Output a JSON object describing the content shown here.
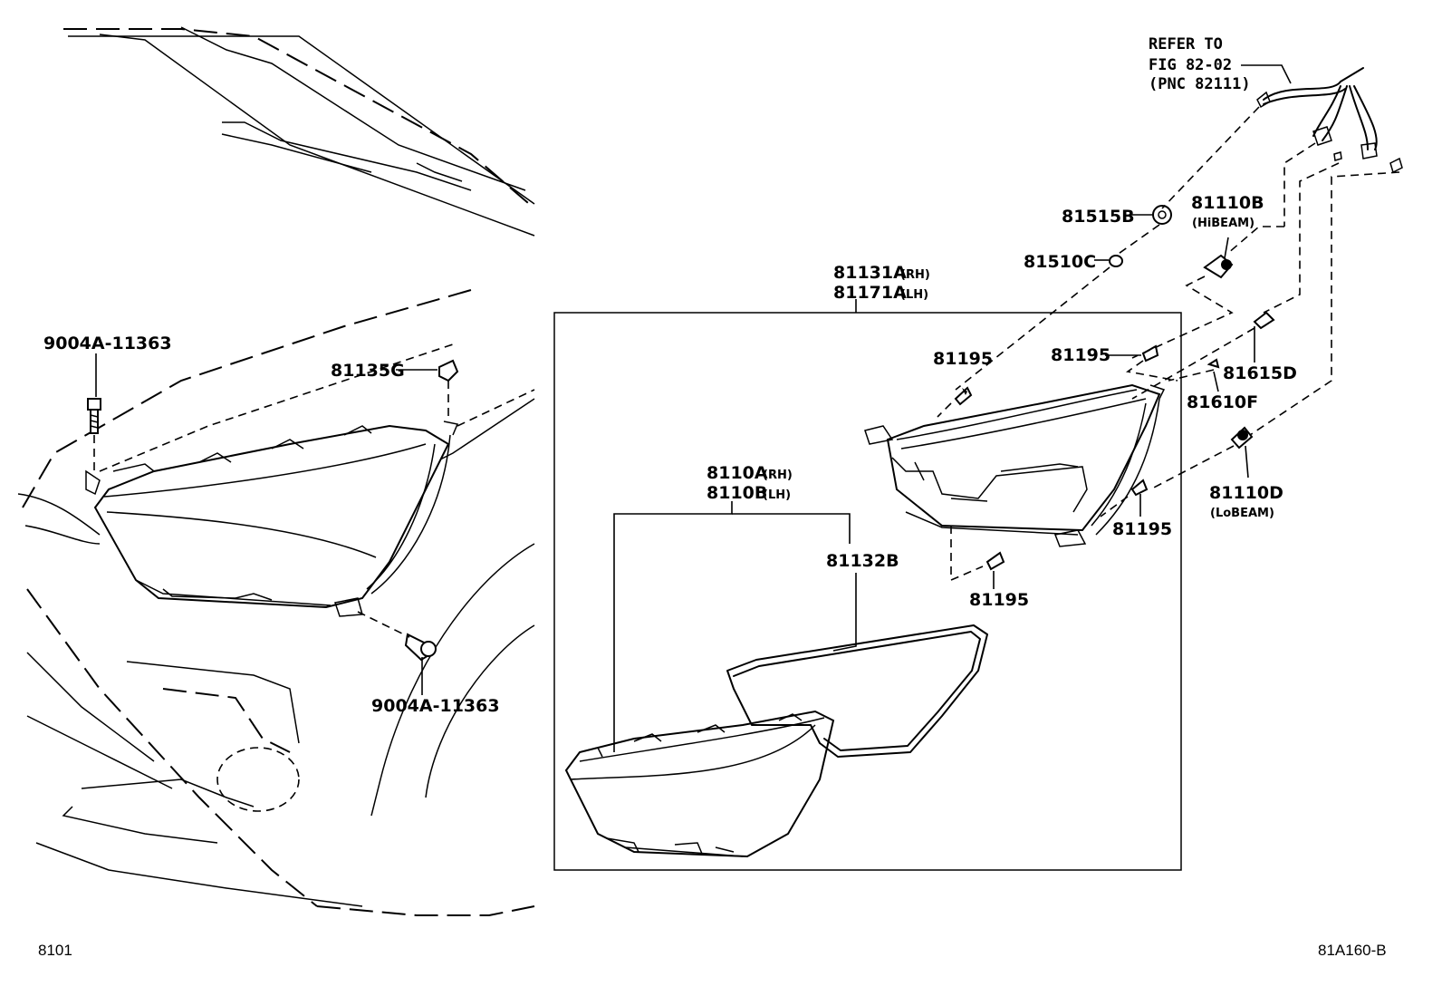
{
  "labels": {
    "refer_to_1": "REFER TO",
    "refer_to_2": "FIG 82-02",
    "refer_to_3": "(PNC 82111)",
    "p81515B": "81515B",
    "p81110B": "81110B",
    "p81110B_note": "(HiBEAM)",
    "p81510C": "81510C",
    "p81131A": "81131A",
    "p81131A_suffix": "(RH)",
    "p81171A": "81171A",
    "p81171A_suffix": "(LH)",
    "p9004A_top": "9004A-11363",
    "p81135G": "81135G",
    "p81195_a": "81195",
    "p81195_b": "81195",
    "p81195_c": "81195",
    "p81195_d": "81195",
    "p81615D": "81615D",
    "p81610F": "81610F",
    "p81110D": "81110D",
    "p81110D_note": "(LoBEAM)",
    "p8110A": "8110A",
    "p8110A_suffix": "(RH)",
    "p8110B": "8110B",
    "p8110B_suffix": "(LH)",
    "p81132B": "81132B",
    "p9004A_bottom": "9004A-11363"
  },
  "footer": {
    "left_code": "8101",
    "right_code": "81A160-B"
  }
}
